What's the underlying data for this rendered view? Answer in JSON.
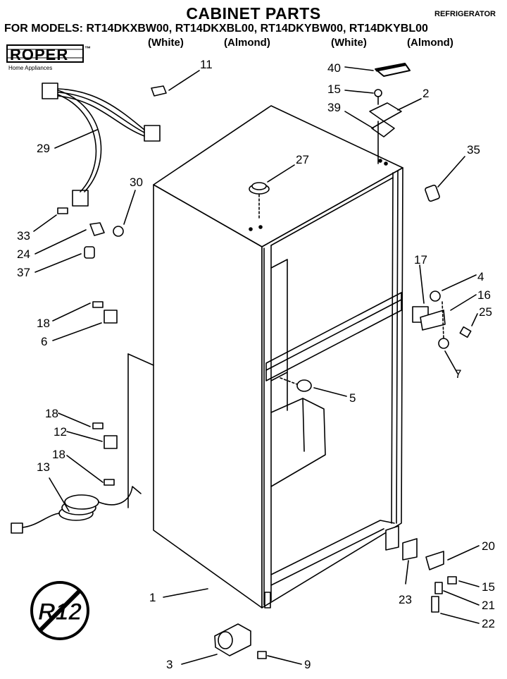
{
  "header": {
    "title": "CABINET PARTS",
    "doc_type": "REFRIGERATOR",
    "models_line": "FOR MODELS: RT14DKXBW00, RT14DKXBL00, RT14DKYBW00, RT14DKYBL00",
    "variants": [
      "(White)",
      "(Almond)",
      "(White)",
      "(Almond)"
    ]
  },
  "brand": {
    "name": "ROPER",
    "trademark": "™",
    "tagline": "Home Appliances"
  },
  "callouts": [
    "11",
    "40",
    "15",
    "2",
    "39",
    "35",
    "29",
    "27",
    "30",
    "33",
    "24",
    "37",
    "17",
    "4",
    "16",
    "25",
    "18",
    "6",
    "7",
    "5",
    "18",
    "12",
    "18",
    "13",
    "20",
    "15",
    "1",
    "23",
    "21",
    "22",
    "3",
    "9"
  ],
  "refrigerant_mark": "R12",
  "colors": {
    "ink": "#000000",
    "paper": "#ffffff"
  }
}
